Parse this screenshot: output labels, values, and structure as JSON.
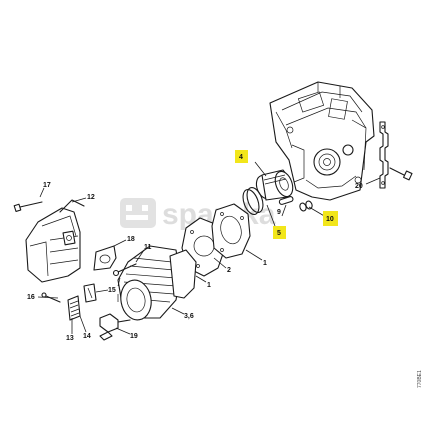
{
  "diagram": {
    "part_labels": {
      "p1": "1",
      "p2": "2",
      "p3_6": "3,6",
      "p4": "4",
      "p5": "5",
      "p9": "9",
      "p10": "10",
      "p11": "11",
      "p12": "12",
      "p13": "13",
      "p14": "14",
      "p15": "15",
      "p16": "16",
      "p17": "17",
      "p18": "18",
      "p19": "19",
      "p20": "20"
    },
    "highlighted_parts": [
      "4",
      "5",
      "10"
    ],
    "highlight_color": "#f2e61b",
    "drawing_code": "770BE1",
    "watermark": "spareka"
  }
}
